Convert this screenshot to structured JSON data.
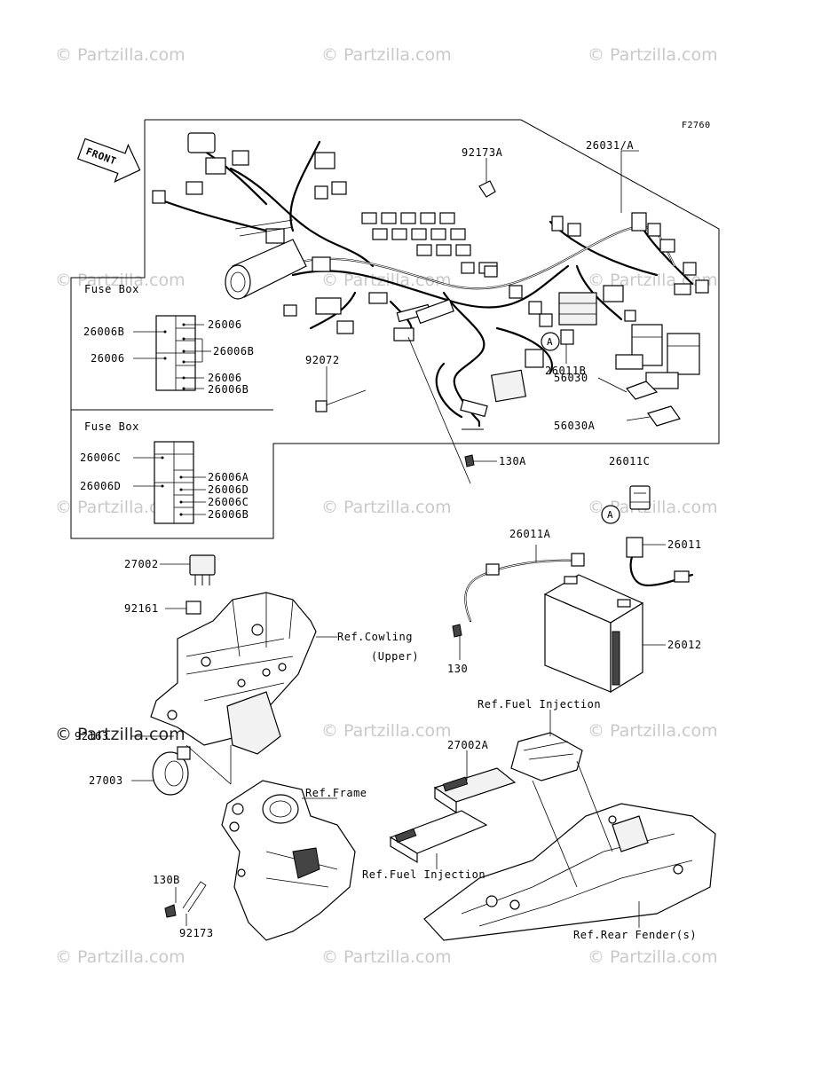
{
  "figure_code": "F2760",
  "watermark": "© Partzilla.com",
  "front_label": "FRONT",
  "callout_marker": "A",
  "fuse_box_1": {
    "title": "Fuse Box",
    "left_labels": [
      "26006B",
      "26006"
    ],
    "right_labels": [
      "26006",
      "26006B",
      "26006",
      "26006B"
    ]
  },
  "fuse_box_2": {
    "title": "Fuse Box",
    "left_labels": [
      "26006C",
      "26006D"
    ],
    "right_labels": [
      "26006A",
      "26006D",
      "26006C",
      "26006B"
    ]
  },
  "parts": {
    "p92173A": "92173A",
    "p26031A": "26031/A",
    "p92072": "92072",
    "p26011B": "26011B",
    "p56030": "56030",
    "p56030A": "56030A",
    "p130A": "130A",
    "p26011C": "26011C",
    "p26011A": "26011A",
    "p26011": "26011",
    "p26012": "26012",
    "p130": "130",
    "p27002": "27002",
    "p92161": "92161",
    "p92163": "92163",
    "p27003": "27003",
    "p27002A": "27002A",
    "p130B": "130B",
    "p92173": "92173"
  },
  "refs": {
    "cowling_1": "Ref.Cowling",
    "cowling_2": "(Upper)",
    "fuel_injection_top": "Ref.Fuel Injection",
    "frame": "Ref.Frame",
    "fuel_injection_bottom": "Ref.Fuel Injection",
    "rear_fender": "Ref.Rear Fender(s)"
  }
}
